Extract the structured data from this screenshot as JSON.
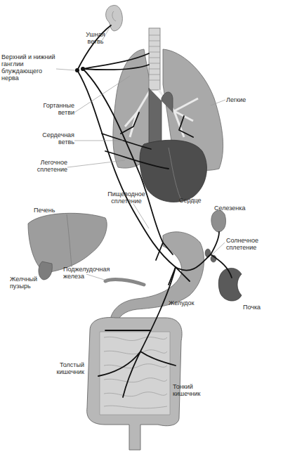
{
  "diagram": {
    "labels": [
      "Ушная ветвь",
      "Верхний и нижний ганглии блуждающего нерва",
      "Гортанные ветви",
      "Сердечная ветвь",
      "Легочное сплетение",
      "Легкие",
      "Сердце",
      "Пищеводное сплетение",
      "Селезенка",
      "Солнечное сплетение",
      "Печень",
      "Желчный пузырь",
      "Поджелудочная железа",
      "Желудок",
      "Почка",
      "Толстый кишечник",
      "Тонкий кишечник"
    ]
  }
}
